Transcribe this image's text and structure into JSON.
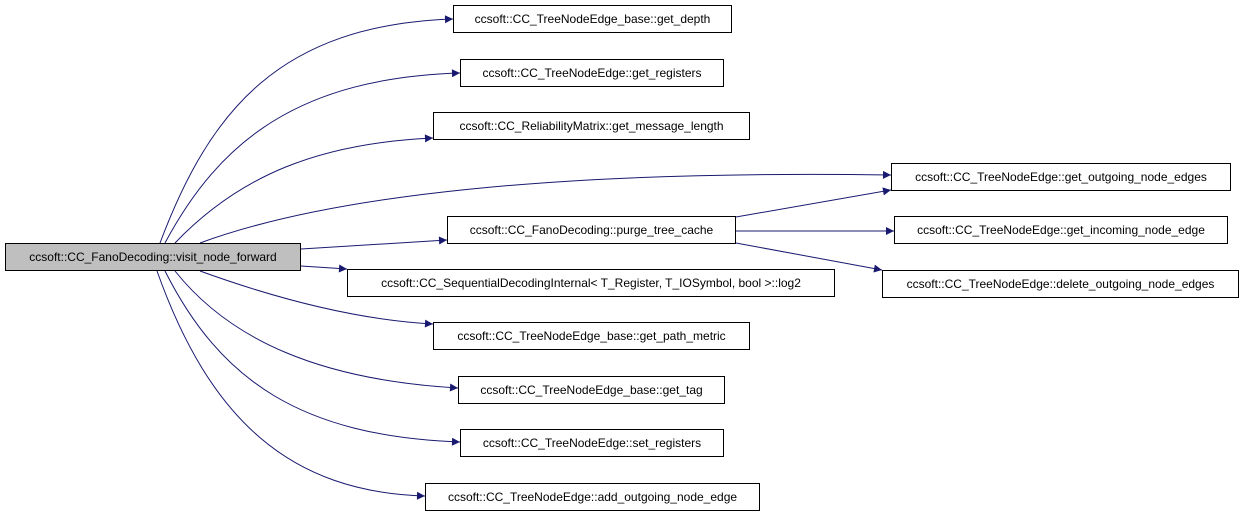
{
  "colors": {
    "edge": "#191970",
    "root_fill": "#bfbfbf",
    "node_fill": "#ffffff",
    "border": "#000000"
  },
  "nodes": {
    "visit_node_forward": "ccsoft::CC_FanoDecoding::visit_node_forward",
    "get_depth": "ccsoft::CC_TreeNodeEdge_base::get_depth",
    "get_registers": "ccsoft::CC_TreeNodeEdge::get_registers",
    "get_message_length": "ccsoft::CC_ReliabilityMatrix::get_message_length",
    "purge_tree_cache": "ccsoft::CC_FanoDecoding::purge_tree_cache",
    "log2": "ccsoft::CC_SequentialDecodingInternal< T_Register, T_IOSymbol, bool >::log2",
    "get_path_metric": "ccsoft::CC_TreeNodeEdge_base::get_path_metric",
    "get_tag": "ccsoft::CC_TreeNodeEdge_base::get_tag",
    "set_registers": "ccsoft::CC_TreeNodeEdge::set_registers",
    "add_outgoing_node_edge": "ccsoft::CC_TreeNodeEdge::add_outgoing_node_edge",
    "get_outgoing_node_edges": "ccsoft::CC_TreeNodeEdge::get_outgoing_node_edges",
    "get_incoming_node_edge": "ccsoft::CC_TreeNodeEdge::get_incoming_node_edge",
    "delete_outgoing_node_edges": "ccsoft::CC_TreeNodeEdge::delete_outgoing_node_edges"
  }
}
